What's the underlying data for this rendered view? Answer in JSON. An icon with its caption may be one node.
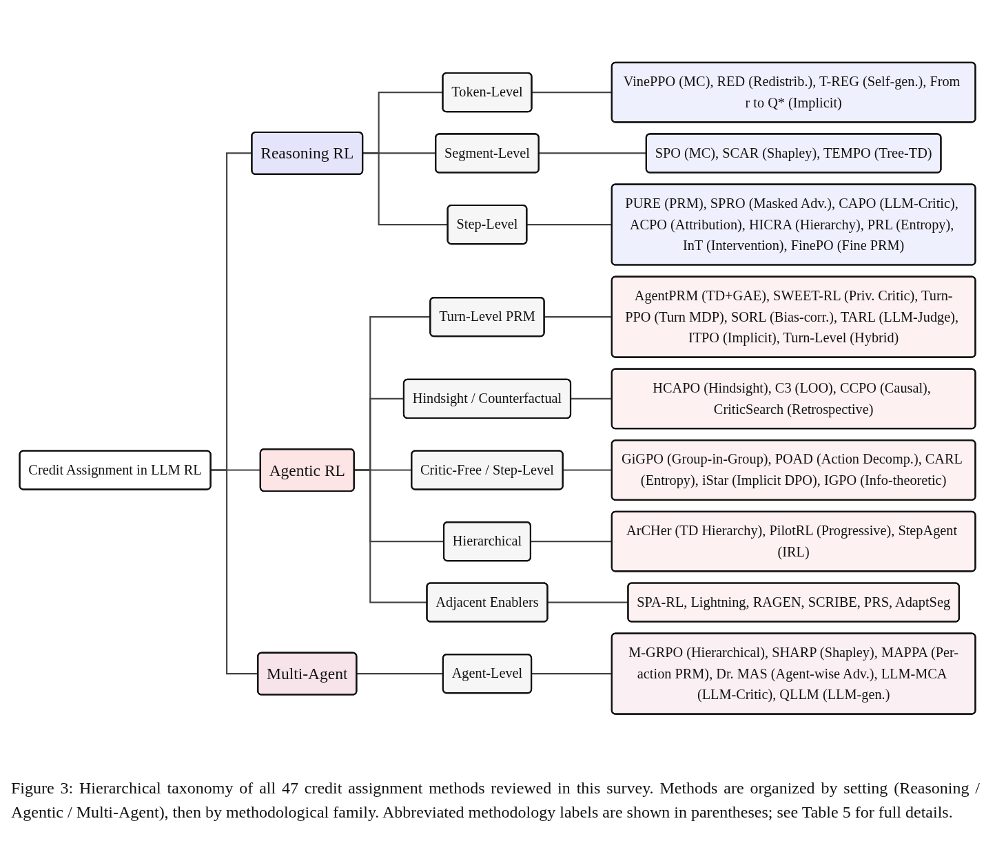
{
  "diagram": {
    "caption": "Figure 3: Hierarchical taxonomy of all 47 credit assignment methods reviewed in this survey. Methods are organized by setting (Reasoning / Agentic / Multi-Agent), then by methodological family. Abbreviated methodology labels are shown in parentheses; see Table 5 for full details.",
    "nodes": [
      {
        "text": [
          "Credit Assignment in LLM RL"
        ]
      },
      {
        "text": [
          "Reasoning RL"
        ]
      },
      {
        "text": [
          "Token-Level"
        ]
      },
      {
        "text": [
          "VinePPO (MC), RED (Redistrib.), T-REG (Self-gen.), From r to Q* (Implicit)"
        ]
      },
      {
        "text": [
          "Segment-Level"
        ]
      },
      {
        "text": [
          "SPO (MC), SCAR (Shapley), TEMPO (Tree-TD)"
        ]
      },
      {
        "text": [
          "Step-Level"
        ]
      },
      {
        "text": [
          "PURE (PRM), SPRO (Masked Adv.), CAPO (LLM-Critic), ACPO (Attribution), HICRA (Hierarchy), PRL (Entropy), InT (Intervention), FinePO (Fine PRM)"
        ]
      },
      {
        "text": [
          "Agentic RL"
        ]
      },
      {
        "text": [
          "Turn-Level PRM"
        ]
      },
      {
        "text": [
          "AgentPRM (TD+GAE), SWEET-RL (Priv. Critic), Turn-PPO (Turn MDP), SORL (Bias-corr.), TARL (LLM-Judge), ITPO (Implicit), Turn-Level (Hybrid)"
        ]
      },
      {
        "text": [
          "Hindsight / Counterfactual"
        ]
      },
      {
        "text": [
          "HCAPO (Hindsight), C3 (LOO), CCPO (Causal), CriticSearch (Retrospective)"
        ]
      },
      {
        "text": [
          "Critic-Free / Step-Level"
        ]
      },
      {
        "text": [
          "GiGPO (Group-in-Group), POAD (Action Decomp.), CARL (Entropy), iStar (Implicit DPO), IGPO (Info-theoretic)"
        ]
      },
      {
        "text": [
          "Hierarchical"
        ]
      },
      {
        "text": [
          "ArCHer (TD Hierarchy), PilotRL (Progressive), StepAgent (IRL)"
        ]
      },
      {
        "text": [
          "Adjacent Enablers"
        ]
      },
      {
        "text": [
          "SPA-RL, Lightning, RAGEN, SCRIBE, PRS, AdaptSeg"
        ]
      },
      {
        "text": [
          "Multi-Agent"
        ]
      },
      {
        "text": [
          "Agent-Level"
        ]
      },
      {
        "text": [
          "M-GRPO (Hierarchical), SHARP (Shapley), MAPPA (Per-action PRM), Dr. MAS (Agent-wise Adv.), LLM-MCA (LLM-Critic), QLLM (LLM-gen.)"
        ]
      }
    ],
    "edges": [
      {
        "from": 0,
        "to": 1,
        "arrow": "none"
      },
      {
        "from": 0,
        "to": 8,
        "arrow": "none"
      },
      {
        "from": 0,
        "to": 19,
        "arrow": "none"
      },
      {
        "from": 1,
        "to": 2,
        "arrow": "none"
      },
      {
        "from": 1,
        "to": 4,
        "arrow": "none"
      },
      {
        "from": 1,
        "to": 6,
        "arrow": "none"
      },
      {
        "from": 2,
        "to": 3,
        "arrow": "none"
      },
      {
        "from": 4,
        "to": 5,
        "arrow": "none"
      },
      {
        "from": 6,
        "to": 7,
        "arrow": "none"
      },
      {
        "from": 8,
        "to": 9,
        "arrow": "none"
      },
      {
        "from": 8,
        "to": 11,
        "arrow": "none"
      },
      {
        "from": 8,
        "to": 13,
        "arrow": "none"
      },
      {
        "from": 8,
        "to": 15,
        "arrow": "none"
      },
      {
        "from": 8,
        "to": 17,
        "arrow": "none"
      },
      {
        "from": 9,
        "to": 10,
        "arrow": "none"
      },
      {
        "from": 11,
        "to": 12,
        "arrow": "none"
      },
      {
        "from": 13,
        "to": 14,
        "arrow": "none"
      },
      {
        "from": 15,
        "to": 16,
        "arrow": "none"
      },
      {
        "from": 17,
        "to": 18,
        "arrow": "none"
      },
      {
        "from": 19,
        "to": 20,
        "arrow": "none"
      },
      {
        "from": 20,
        "to": 21,
        "arrow": "none"
      }
    ]
  }
}
